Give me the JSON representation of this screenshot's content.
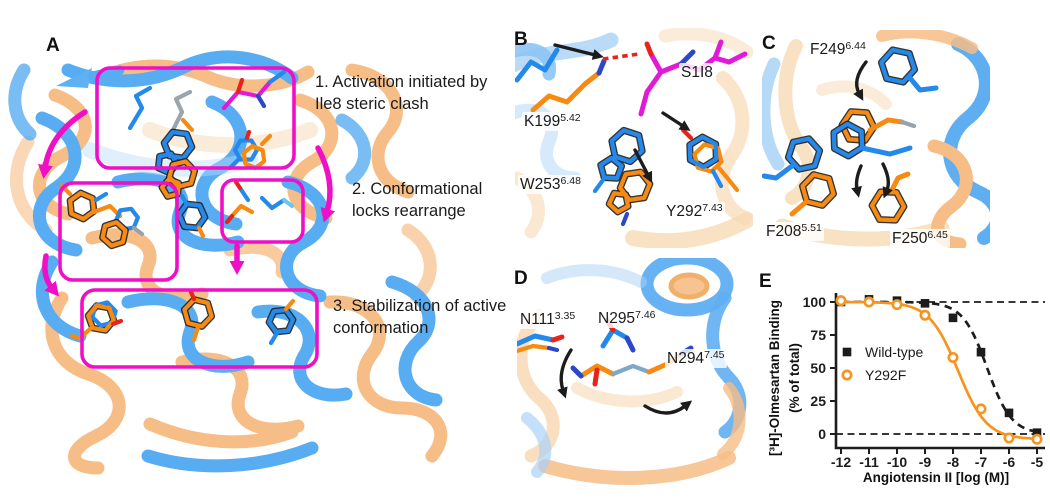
{
  "figure": {
    "panels": {
      "a": {
        "label": "A",
        "annotations": [
          "1. Activation initiated by Ile8 steric clash",
          "2. Conformational locks rearrange",
          "3. Stabilization of active conformation"
        ]
      },
      "b": {
        "label": "B",
        "residues": {
          "s1i8": {
            "base": "S1I8",
            "sup": ""
          },
          "k199": {
            "base": "K199",
            "sup": "5.42"
          },
          "w253": {
            "base": "W253",
            "sup": "6.48"
          },
          "y292": {
            "base": "Y292",
            "sup": "7.43"
          }
        }
      },
      "c": {
        "label": "C",
        "residues": {
          "f249": {
            "base": "F249",
            "sup": "6.44"
          },
          "f208": {
            "base": "F208",
            "sup": "5.51"
          },
          "f250": {
            "base": "F250",
            "sup": "6.45"
          }
        }
      },
      "d": {
        "label": "D",
        "residues": {
          "n111": {
            "base": "N111",
            "sup": "3.35"
          },
          "n295": {
            "base": "N295",
            "sup": "7.46"
          },
          "n294": {
            "base": "N294",
            "sup": "7.45"
          }
        }
      },
      "e": {
        "label": "E"
      }
    },
    "colors": {
      "ribbon_blue": "#58ACF1",
      "ribbon_orange": "#F6BD86",
      "stick_blue": "#2489EA",
      "stick_orange": "#F78A12",
      "stick_magenta": "#E01AD6",
      "annotation_magenta": "#EE0FC6",
      "hbond_red": "#E8231A",
      "arrow_black": "#1C1C1C"
    }
  },
  "chart_data": {
    "type": "scatter",
    "title": "",
    "xlabel": "Angiotensin II [log (M)]",
    "ylabel_line1": "[³H]-Olmesartan Binding",
    "ylabel_line2": "(% of total)",
    "xlim": [
      -12,
      -5
    ],
    "ylim": [
      -8,
      110
    ],
    "xticks": [
      -12,
      -11,
      -10,
      -9,
      -8,
      -7,
      -6,
      -5
    ],
    "yticks": [
      0,
      25,
      50,
      75,
      100
    ],
    "reference_lines_y": [
      100,
      0
    ],
    "grid": false,
    "legend_position": "inside-left",
    "series": [
      {
        "name": "Wild-type",
        "marker": "filled-square",
        "color": "#1C1C1C",
        "line_style": "dashed",
        "x": [
          -12,
          -11,
          -10,
          -9,
          -8,
          -7,
          -6,
          -5
        ],
        "values": [
          100,
          102,
          101,
          99,
          88,
          62,
          16,
          1
        ],
        "fit": {
          "top": 100,
          "bottom": 0,
          "logIC50": -6.78,
          "hill": 1.0
        }
      },
      {
        "name": "Y292F",
        "marker": "open-circle",
        "color": "#F7941E",
        "line_style": "solid",
        "x": [
          -12,
          -11,
          -10,
          -9,
          -8,
          -7,
          -6,
          -5
        ],
        "values": [
          101,
          100,
          98,
          90,
          58,
          19,
          -3,
          -4
        ],
        "fit": {
          "top": 100,
          "bottom": -4,
          "logIC50": -7.82,
          "hill": 0.85
        }
      }
    ]
  }
}
